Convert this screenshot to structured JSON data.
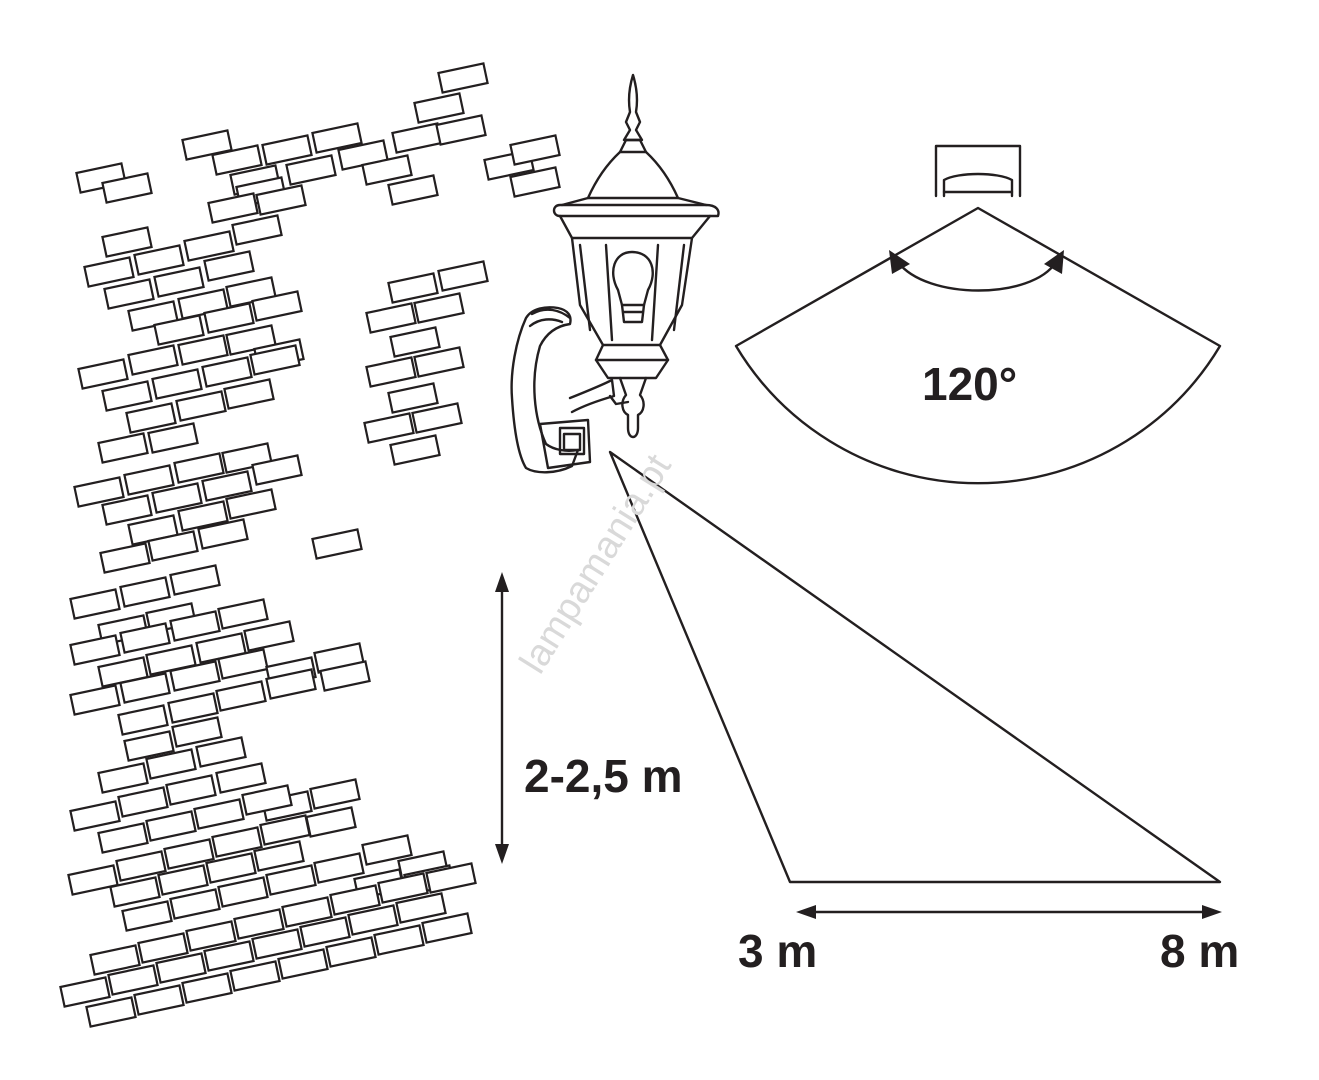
{
  "labels": {
    "angle": "120°",
    "height": "2-2,5 m",
    "distance_near": "3 m",
    "distance_far": "8 m"
  },
  "watermark": "lampamania.pt",
  "colors": {
    "line": "#231f20",
    "background": "#ffffff",
    "watermark": "#d9d9d9"
  },
  "icons": [
    "brick-wall-icon",
    "wall-lantern-icon",
    "motion-sensor-icon"
  ]
}
